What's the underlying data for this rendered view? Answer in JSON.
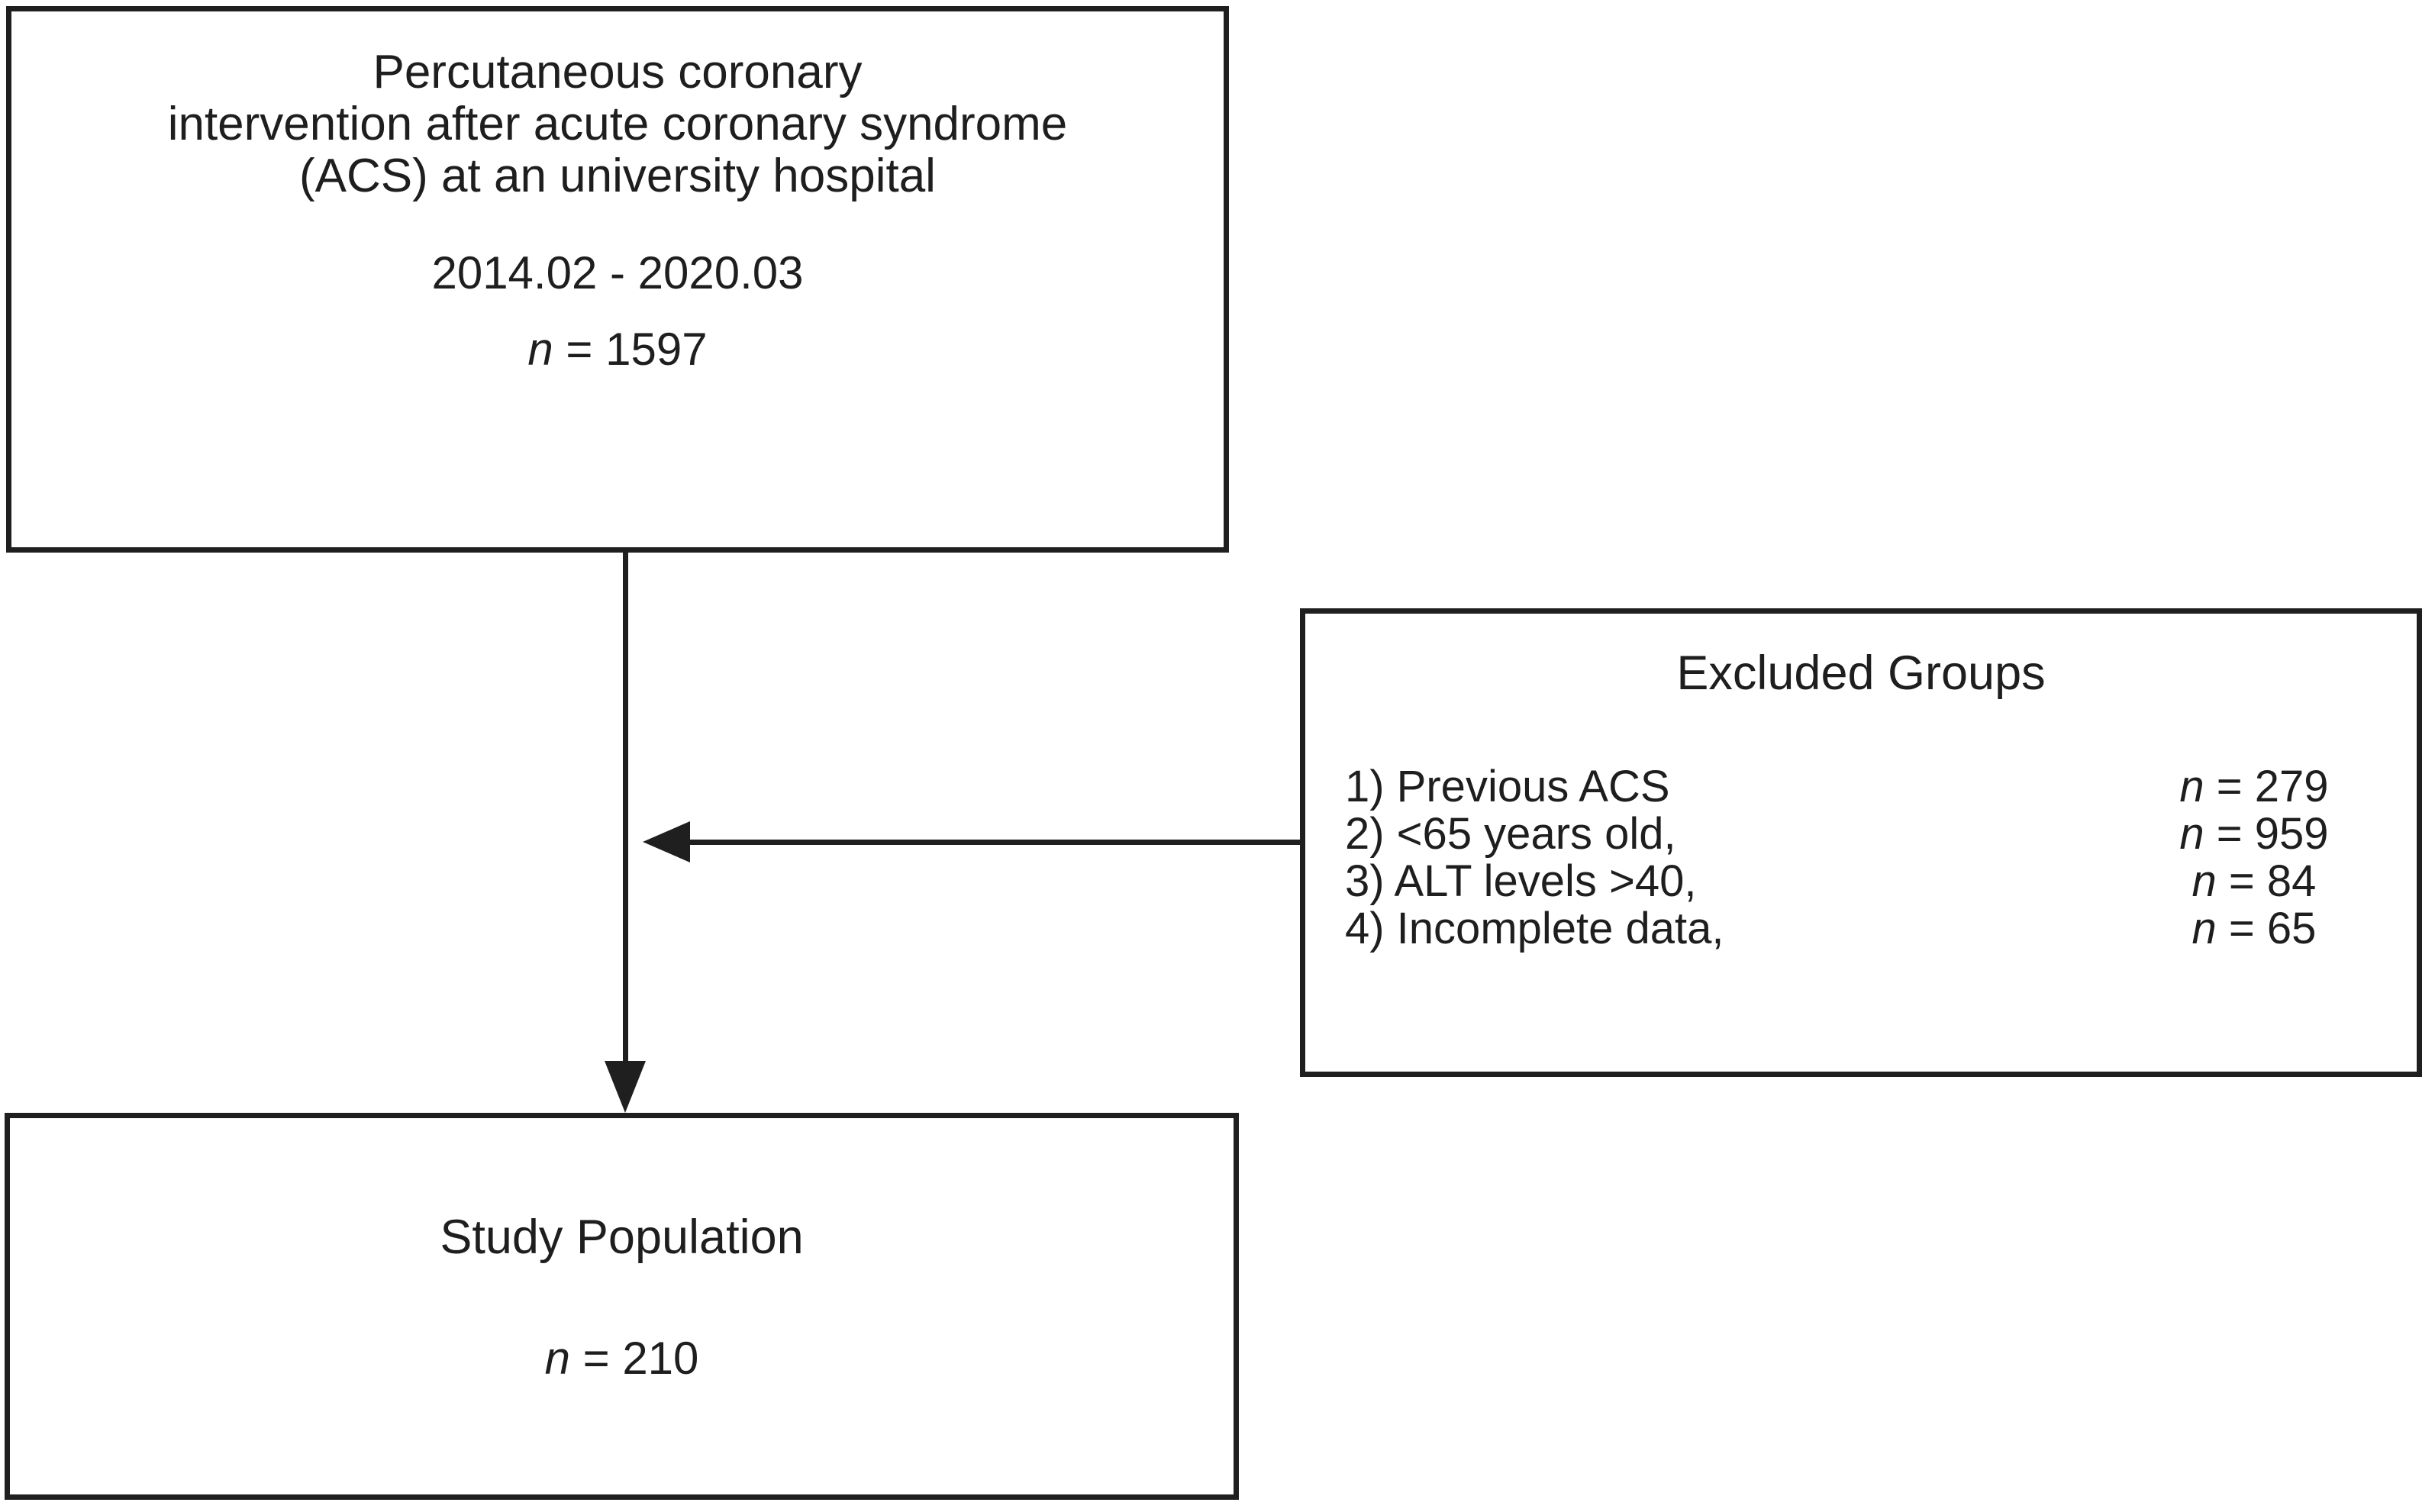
{
  "colors": {
    "ink": "#1f1f1f",
    "background": "#ffffff"
  },
  "top_box": {
    "title_lines": [
      "Percutaneous coronary",
      "intervention after acute coronary syndrome",
      "(ACS) at an university hospital"
    ],
    "period": "2014.02 - 2020.03",
    "n_symbol": "n",
    "n_rest": " = 1597"
  },
  "excluded_box": {
    "title": "Excluded Groups",
    "rows": [
      {
        "label": "1) Previous ACS",
        "n_symbol": "n",
        "n_rest": " = 279"
      },
      {
        "label": "2) <65 years old,",
        "n_symbol": "n",
        "n_rest": " = 959"
      },
      {
        "label": "3) ALT levels >40,",
        "n_symbol": "n",
        "n_rest": " = 84"
      },
      {
        "label": "4) Incomplete data,",
        "n_symbol": "n",
        "n_rest": " = 65"
      }
    ]
  },
  "bottom_box": {
    "title": "Study Population",
    "n_symbol": "n",
    "n_rest": " = 210"
  }
}
